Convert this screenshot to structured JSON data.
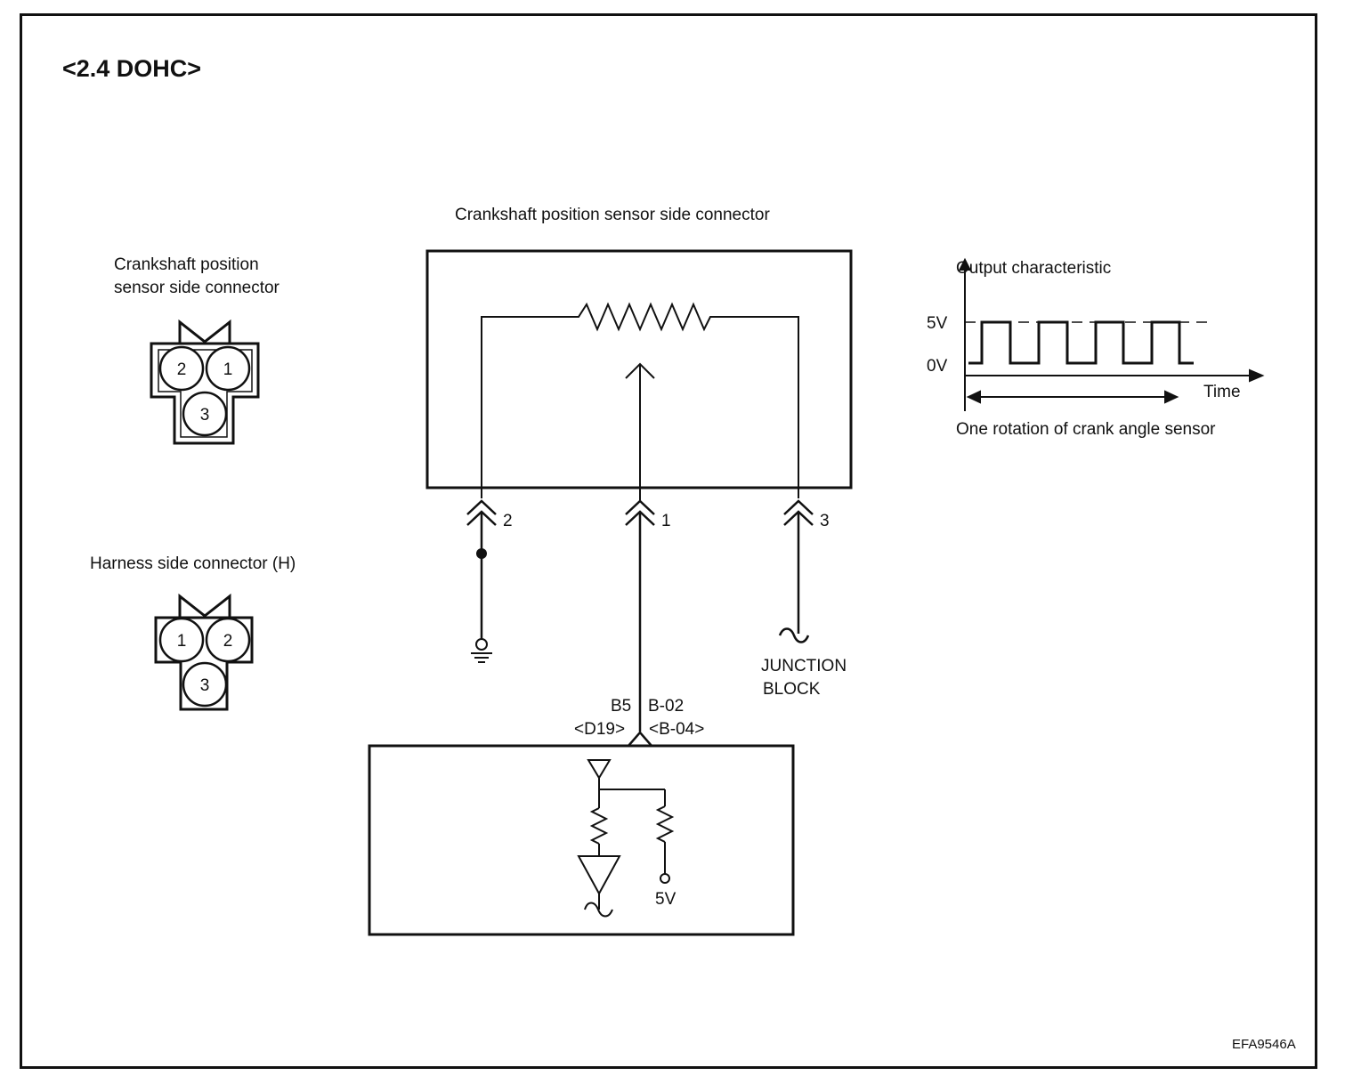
{
  "title": "<2.4 DOHC>",
  "sensor_connector_view": {
    "label_line1": "Crankshaft position",
    "label_line2": "sensor side connector",
    "pins": [
      "2",
      "1",
      "3"
    ]
  },
  "harness_connector_view": {
    "label": "Harness side connector (H)",
    "pins": [
      "1",
      "2",
      "3"
    ]
  },
  "circuit": {
    "sensor_box_label": "Crankshaft position sensor side connector",
    "terminals": [
      "2",
      "1",
      "3"
    ],
    "junction_line1": "JUNCTION",
    "junction_line2": "BLOCK",
    "ecu_pin_left": "B5",
    "ecu_pin_right": "B-02",
    "ecu_conn_left": "<D19>",
    "ecu_conn_right": "<B-04>",
    "ecu_supply": "5V"
  },
  "output_chart": {
    "title": "Output characteristic",
    "high_label": "5V",
    "low_label": "0V",
    "time_label": "Time",
    "caption": "One rotation of crank angle sensor"
  },
  "figure_code": "EFA9546A"
}
